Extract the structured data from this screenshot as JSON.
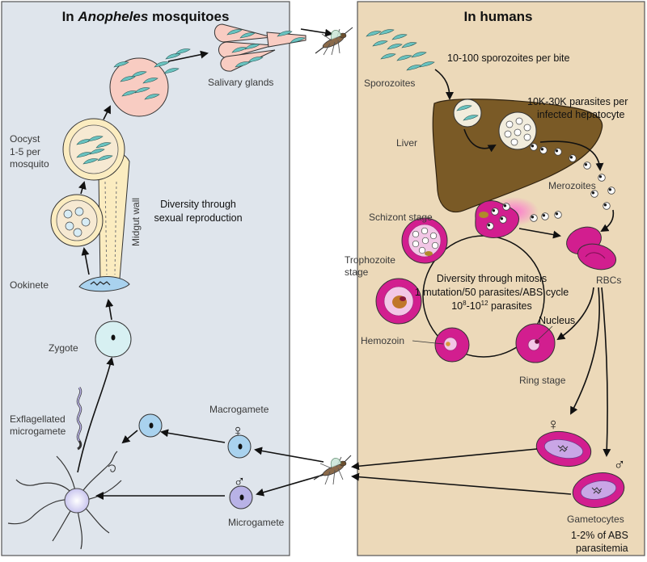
{
  "colors": {
    "mosquito_panel": "#dfe5ec",
    "human_panel": "#ecd9b9",
    "liver": "#7a5a26",
    "rbc": "#d21e8f",
    "cell_blue": "#a9d2ee",
    "oocyst": "#fbecc0",
    "sporozoite": "#69c3c0",
    "gland": "#f8ccc2"
  },
  "icons": [
    "mosquito-icon"
  ],
  "mosquito": {
    "title_pre": "In ",
    "title_italic": "Anopheles",
    "title_post": " mosquitoes",
    "salivary_glands": "Salivary glands",
    "oocyst_line1": "Oocyst",
    "oocyst_line2": "1-5 per",
    "oocyst_line3": "mosquito",
    "midgut_wall": "Midgut wall",
    "diversity_line1": "Diversity through",
    "diversity_line2": "sexual reproduction",
    "ookinete": "Ookinete",
    "zygote": "Zygote",
    "exflag_line1": "Exflagellated",
    "exflag_line2": "microgamete",
    "macrogamete": "Macrogamete",
    "microgamete": "Microgamete",
    "female_symbol": "♀",
    "male_symbol": "♂"
  },
  "human": {
    "title": "In humans",
    "sporozoites_per_bite": "10-100 sporozoites per bite",
    "sporozoites": "Sporozoites",
    "parasites_line1": "10K-30K parasites per",
    "parasites_line2": "infected hepatocyte",
    "liver": "Liver",
    "merozoites": "Merozoites",
    "schizont": "Schizont stage",
    "tropho_line1": "Trophozoite",
    "tropho_line2": "stage",
    "mitosis_line1": "Diversity through mitosis",
    "mitosis_line2": "1 mutation/50 parasites/ABS cycle",
    "mitosis_line3_a": "10",
    "mitosis_line3_sup1": "8",
    "mitosis_line3_b": "-10",
    "mitosis_line3_sup2": "12",
    "mitosis_line3_c": " parasites",
    "rbcs": "RBCs",
    "nucleus": "Nucleus",
    "hemozoin": "Hemozoin",
    "ring_stage": "Ring stage",
    "female_symbol": "♀",
    "male_symbol": "♂",
    "gametocytes": "Gametocytes",
    "abs_line1": "1-2% of ABS",
    "abs_line2": "parasitemia"
  }
}
